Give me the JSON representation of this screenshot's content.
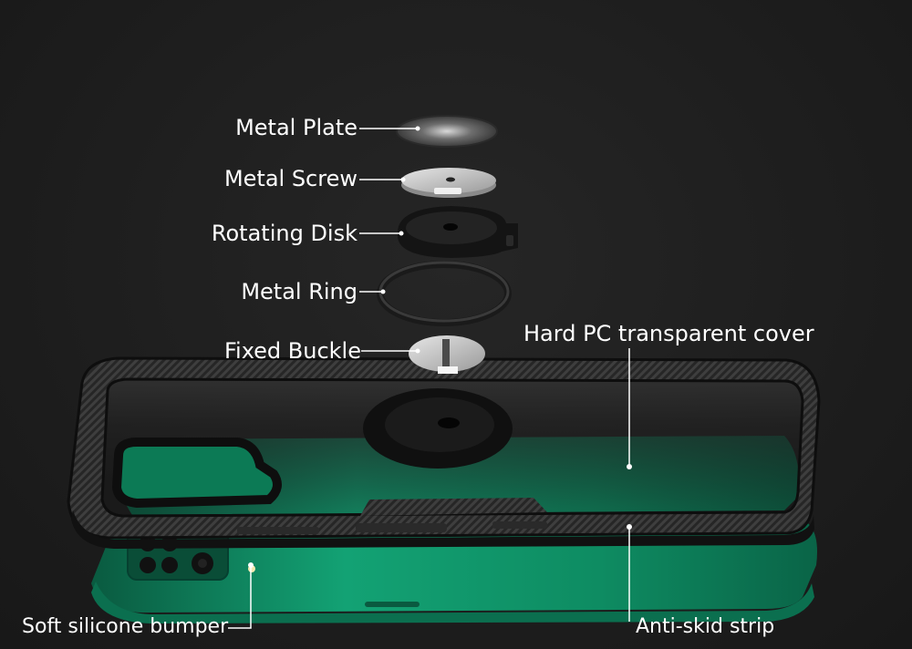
{
  "labels": {
    "metal_plate": "Metal Plate",
    "metal_screw": "Metal Screw",
    "rotating_disk": "Rotating Disk",
    "metal_ring": "Metal Ring",
    "fixed_buckle": "Fixed Buckle",
    "hard_pc_cover": "Hard PC transparent cover",
    "soft_bumper": "Soft silicone bumper",
    "anti_skid": "Anti-skid strip"
  },
  "colors": {
    "background": "#1d1d1d",
    "phone_green": "#0f8a62",
    "label_text": "#ffffff",
    "leader_line": "#ffffff"
  }
}
